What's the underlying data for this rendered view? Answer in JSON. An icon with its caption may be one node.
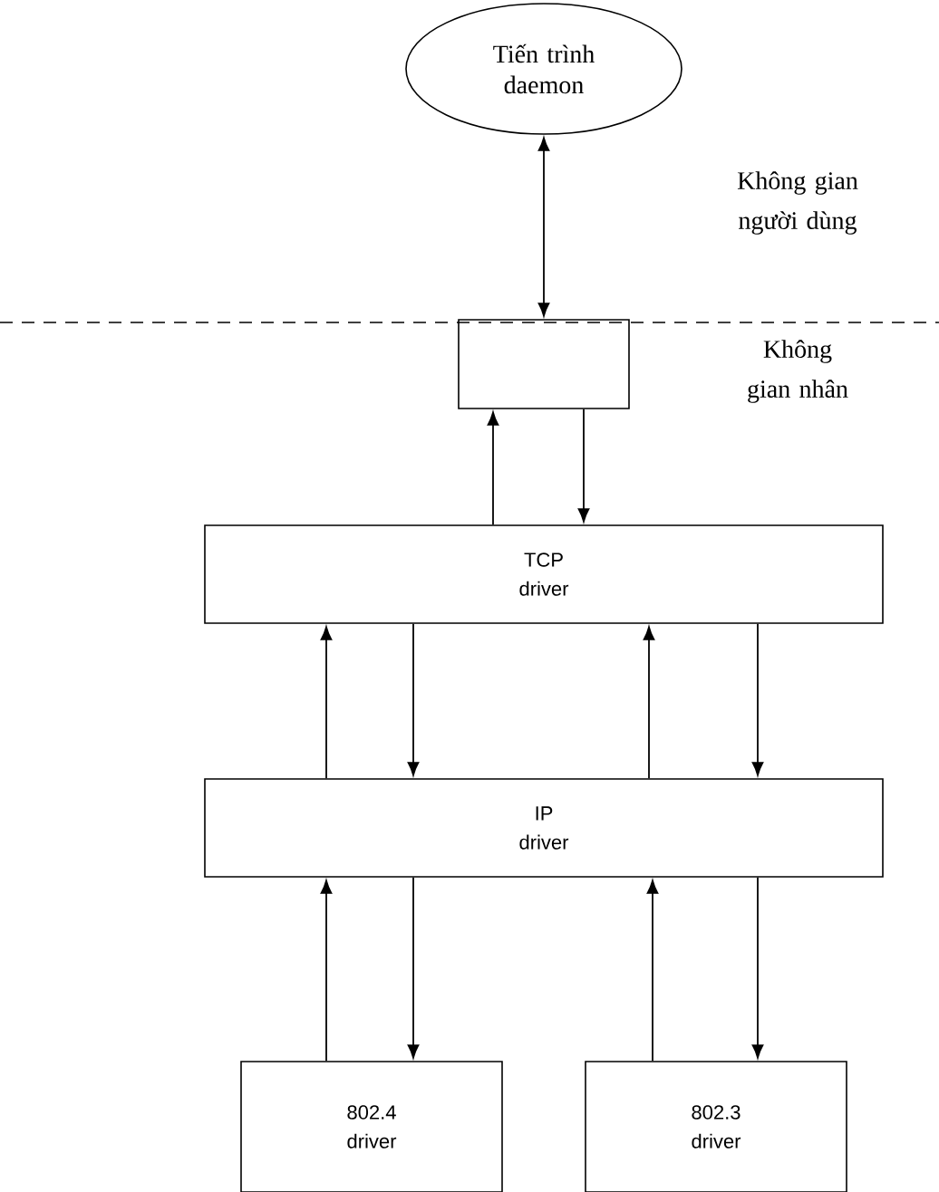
{
  "diagram": {
    "nodes": [
      {
        "text": [
          "Tiến trình daemon"
        ]
      },
      {
        "text": [],
        "shape": "box"
      },
      {
        "text": [
          "TCP driver"
        ]
      },
      {
        "text": [
          "IP driver"
        ]
      },
      {
        "text": [
          "802.4 driver"
        ]
      },
      {
        "text": [
          "802.3 driver"
        ]
      }
    ],
    "edges": [
      {
        "from": 0,
        "to": 1,
        "arrow": "both"
      },
      {
        "from": 2,
        "to": 1,
        "arrow": "to"
      },
      {
        "from": 1,
        "to": 2,
        "arrow": "to"
      },
      {
        "from": 3,
        "to": 2,
        "arrow": "to"
      },
      {
        "from": 2,
        "to": 3,
        "arrow": "to"
      },
      {
        "from": 3,
        "to": 2,
        "arrow": "to"
      },
      {
        "from": 2,
        "to": 3,
        "arrow": "to"
      },
      {
        "from": 4,
        "to": 3,
        "arrow": "to"
      },
      {
        "from": 3,
        "to": 4,
        "arrow": "to"
      },
      {
        "from": 5,
        "to": 3,
        "arrow": "to"
      },
      {
        "from": 3,
        "to": 5,
        "arrow": "to"
      }
    ],
    "labels": [
      "Không gian người dùng",
      "Không gian nhân"
    ]
  }
}
